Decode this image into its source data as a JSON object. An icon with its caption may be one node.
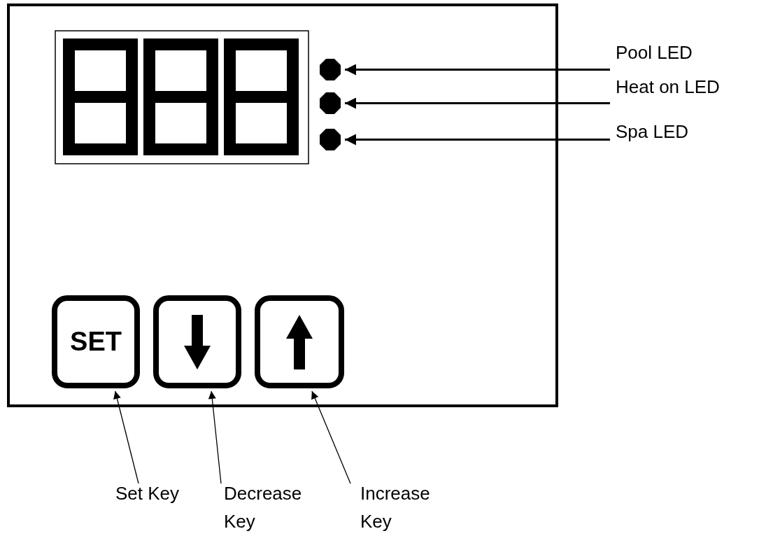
{
  "diagram": {
    "nodes": [
      {
        "text": [],
        "shape": "box"
      },
      {
        "text": [],
        "shape": "circle",
        "in": 0
      },
      {
        "text": [],
        "shape": "circle",
        "in": 0
      },
      {
        "text": [],
        "shape": "circle",
        "in": 0
      },
      {
        "text": [
          "SET"
        ],
        "in": 0
      },
      {
        "text": [],
        "shape": "box",
        "in": 0
      },
      {
        "text": [],
        "shape": "box",
        "in": 0
      },
      {
        "text": [
          "Pool LED"
        ]
      },
      {
        "text": [
          "Heat on LED"
        ]
      },
      {
        "text": [
          "Spa LED"
        ]
      },
      {
        "text": [
          "Set Key"
        ]
      },
      {
        "text": [
          "Decrease Key"
        ]
      },
      {
        "text": [
          "Increase Key"
        ]
      }
    ],
    "edges": [
      {
        "from": 7,
        "to": 1,
        "arrow": "to",
        "style": "thick"
      },
      {
        "from": 8,
        "to": 2,
        "arrow": "to",
        "style": "thick"
      },
      {
        "from": 9,
        "to": 3,
        "arrow": "to",
        "style": "thick"
      },
      {
        "from": 10,
        "to": 4,
        "arrow": "to"
      },
      {
        "from": 11,
        "to": 5,
        "arrow": "to"
      },
      {
        "from": 12,
        "to": 6,
        "arrow": "to"
      }
    ]
  }
}
